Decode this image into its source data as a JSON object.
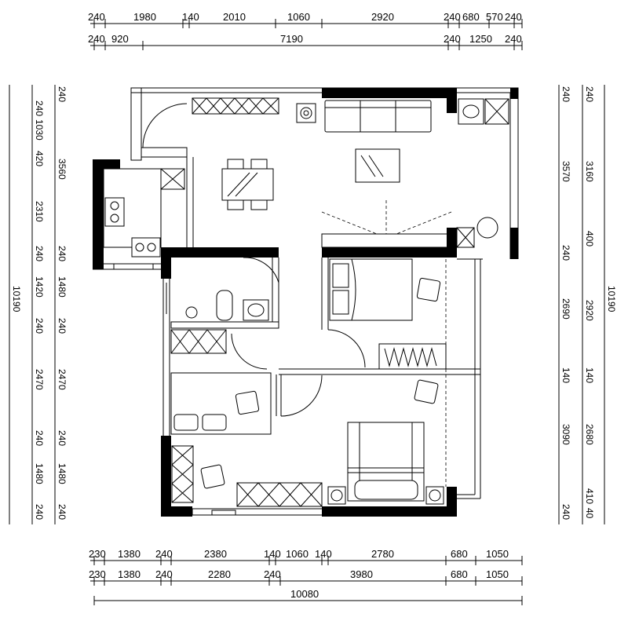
{
  "dimensions": {
    "top_row_1": [
      "240",
      "1980",
      "140",
      "2010",
      "1060",
      "2920",
      "240",
      "680",
      "570",
      "240"
    ],
    "top_row_2": [
      "240",
      "920",
      "7190",
      "240",
      "1250",
      "240"
    ],
    "bottom_row_1": [
      "230",
      "1380",
      "240",
      "2380",
      "140",
      "1060",
      "140",
      "2780",
      "680",
      "1050"
    ],
    "bottom_row_2": [
      "230",
      "1380",
      "240",
      "2280",
      "240",
      "3980",
      "680",
      "1050"
    ],
    "bottom_total": "10080",
    "left_outer": [
      "240",
      "1030",
      "420",
      "2310",
      "240",
      "1420",
      "240",
      "2470",
      "240",
      "1480",
      "240"
    ],
    "left_inner": [
      "240",
      "3560",
      "240",
      "1480",
      "240",
      "2470",
      "240",
      "1480",
      "240"
    ],
    "left_total": "10190",
    "right_inner": [
      "240",
      "3570",
      "240",
      "2690",
      "140",
      "3090",
      "240"
    ],
    "right_outer": [
      "240",
      "3160",
      "400",
      "2920",
      "140",
      "2680",
      "410",
      "40"
    ],
    "right_total": "10190"
  },
  "symbols": {
    "stove": "stove-icon",
    "sink": "sink-icon",
    "toilet": "toilet-icon",
    "washbasin": "washbasin-icon",
    "plant": "plant-icon"
  }
}
